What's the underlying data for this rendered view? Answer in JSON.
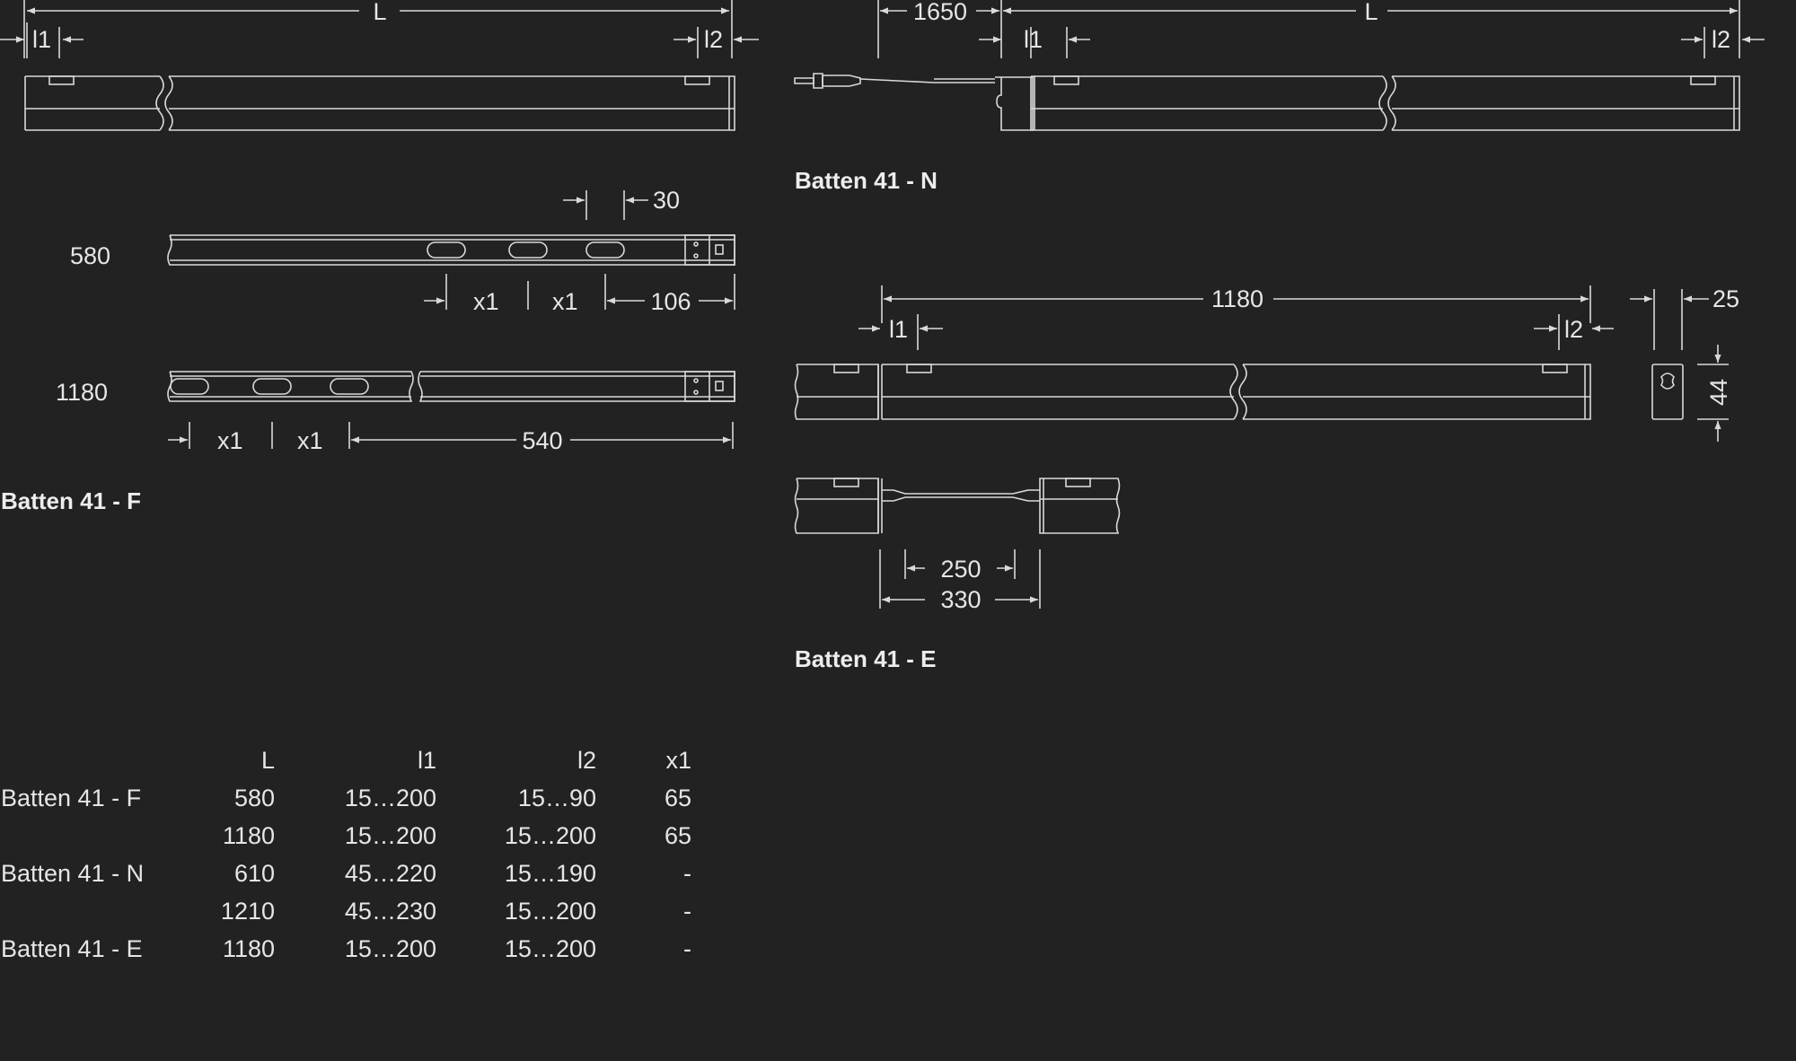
{
  "colors": {
    "background": "#222222",
    "line": "#d9d9d9",
    "text": "#e6e6e6"
  },
  "headings": {
    "f": "Batten 41 - F",
    "n": "Batten 41 - N",
    "e": "Batten 41 - E"
  },
  "dimensions": {
    "L": "L",
    "l1": "l1",
    "l2": "l2",
    "x1": "x1",
    "d30": "30",
    "d106": "106",
    "d540": "540",
    "d580": "580",
    "d1180": "1180",
    "d1650": "1650",
    "d25": "25",
    "d44": "44",
    "d250": "250",
    "d330": "330"
  },
  "table": {
    "headers": [
      "",
      "L",
      "l1",
      "l2",
      "x1"
    ],
    "rows": [
      [
        "Batten 41 - F",
        "580",
        "15…200",
        "15…90",
        "65"
      ],
      [
        "",
        "1180",
        "15…200",
        "15…200",
        "65"
      ],
      [
        "Batten 41 - N",
        "610",
        "45…220",
        "15…190",
        "-"
      ],
      [
        "",
        "1210",
        "45…230",
        "15…200",
        "-"
      ],
      [
        "Batten 41 - E",
        "1180",
        "15…200",
        "15…200",
        "-"
      ]
    ]
  }
}
